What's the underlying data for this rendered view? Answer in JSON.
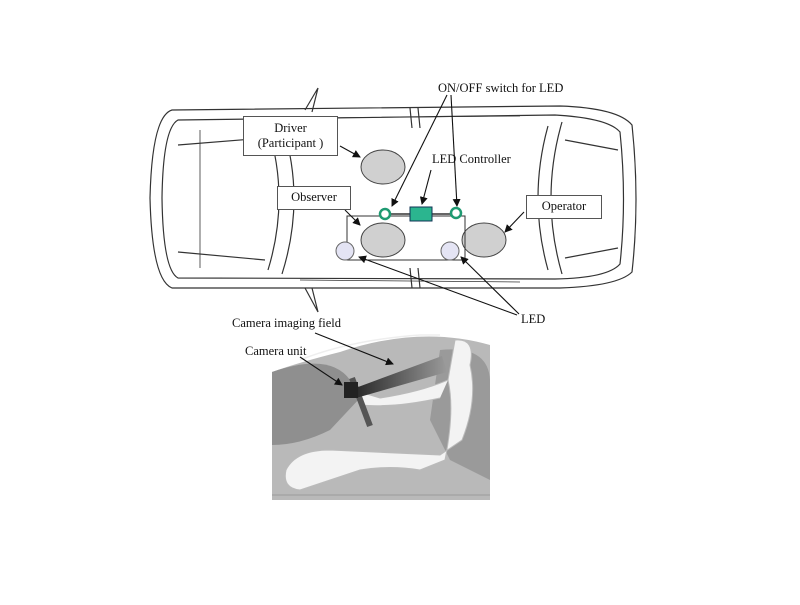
{
  "labels": {
    "driver_line1": "Driver",
    "driver_line2": "(Participant )",
    "observer": "Observer",
    "operator": "Operator",
    "led_switch": "ON/OFF switch for LED",
    "led_controller": "LED Controller",
    "led": "LED",
    "camera_field": "Camera imaging field",
    "camera_unit": "Camera unit"
  },
  "colors": {
    "controller": "#2bb58f",
    "switch": "#1f9a72",
    "seat": "#d0d0d0",
    "led": "#e4e4f4",
    "photo_bg": "#b9b9b9"
  }
}
